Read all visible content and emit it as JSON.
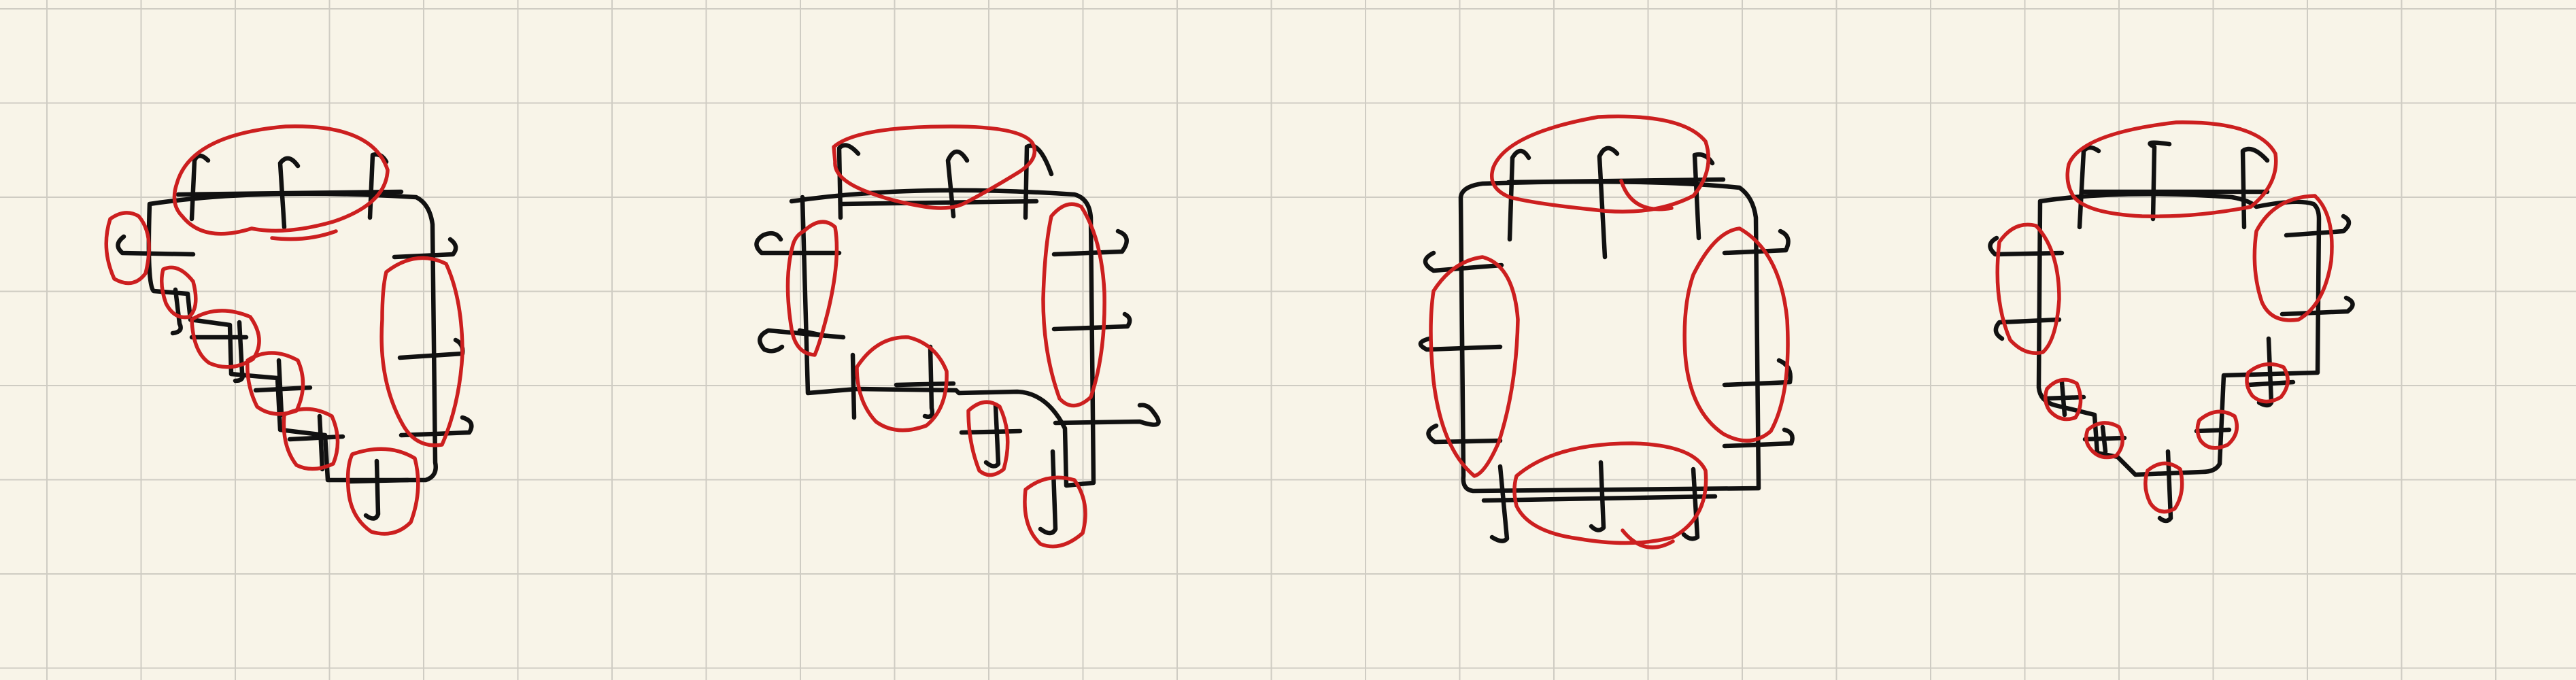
{
  "page": {
    "background": "#f8f4e8",
    "grid_color": "#cfccc3"
  },
  "ink": {
    "black": "#111111",
    "red": "#cc1f1f"
  },
  "figures": [
    {
      "name": "figure-1"
    },
    {
      "name": "figure-2"
    },
    {
      "name": "figure-3"
    },
    {
      "name": "figure-4"
    }
  ]
}
